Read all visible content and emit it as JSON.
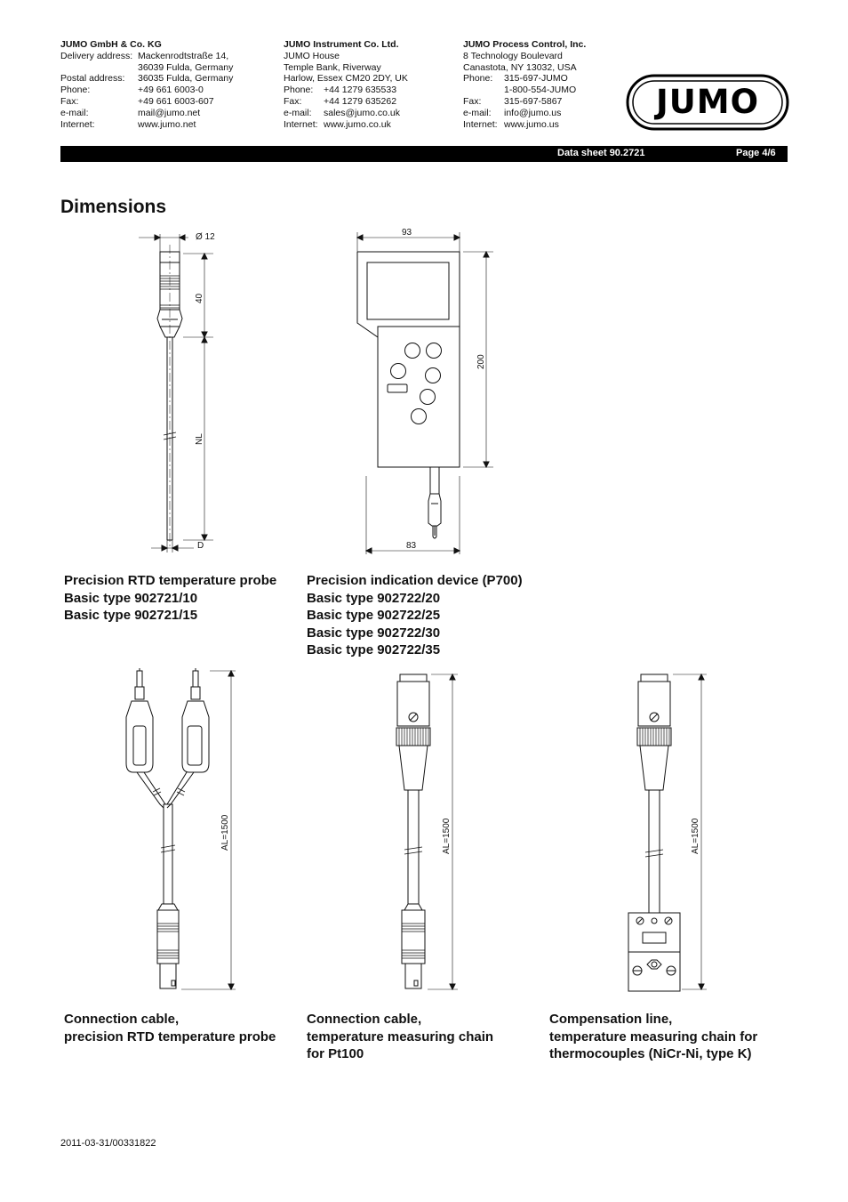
{
  "header": {
    "jumo_de": {
      "company": "JUMO GmbH & Co. KG",
      "rows": [
        {
          "label": "Delivery address:",
          "value": "Mackenrodtstraße 14,"
        },
        {
          "label": "",
          "value": "36039 Fulda, Germany"
        },
        {
          "label": "Postal address:",
          "value": "36035 Fulda, Germany"
        },
        {
          "label": "Phone:",
          "value": "+49 661 6003-0"
        },
        {
          "label": "Fax:",
          "value": "+49 661 6003-607"
        },
        {
          "label": "e-mail:",
          "value": "mail@jumo.net"
        },
        {
          "label": "Internet:",
          "value": "www.jumo.net"
        }
      ]
    },
    "jumo_uk": {
      "company": "JUMO Instrument Co. Ltd.",
      "lines": [
        "JUMO House",
        "Temple Bank, Riverway",
        "Harlow, Essex CM20 2DY, UK"
      ],
      "rows": [
        {
          "label": "Phone:",
          "value": "+44 1279 635533"
        },
        {
          "label": "Fax:",
          "value": "+44 1279 635262"
        },
        {
          "label": "e-mail:",
          "value": "sales@jumo.co.uk"
        },
        {
          "label": "Internet:",
          "value": "www.jumo.co.uk"
        }
      ]
    },
    "jumo_us": {
      "company": "JUMO Process Control, Inc.",
      "lines": [
        "8 Technology Boulevard",
        "Canastota, NY 13032, USA"
      ],
      "rows": [
        {
          "label": "Phone:",
          "value": "315-697-JUMO"
        },
        {
          "label": "",
          "value": "1-800-554-JUMO"
        },
        {
          "label": "Fax:",
          "value": "315-697-5867"
        },
        {
          "label": "e-mail:",
          "value": "info@jumo.us"
        },
        {
          "label": "Internet:",
          "value": "www.jumo.us"
        }
      ]
    },
    "logo_text": "JUMO"
  },
  "bar": {
    "datasheet": "Data sheet  90.2721",
    "page": "Page 4/6"
  },
  "section_title": "Dimensions",
  "drawings": {
    "probe": {
      "dia": "Ø 12",
      "len": "40",
      "nl": "NL",
      "d": "D"
    },
    "device": {
      "width_top": "93",
      "height": "200",
      "width_bottom": "83"
    },
    "cable_al": "AL=1500"
  },
  "captions": {
    "probe": [
      "Precision RTD temperature probe",
      "Basic type 902721/10",
      "Basic type 902721/15"
    ],
    "device": [
      "Precision indication device (P700)",
      "Basic type 902722/20",
      "Basic type 902722/25",
      "Basic type 902722/30",
      "Basic type 902722/35"
    ],
    "cable_rtd": [
      "Connection cable,",
      "precision RTD temperature probe"
    ],
    "cable_pt100": [
      "Connection cable,",
      "temperature measuring chain",
      "for Pt100"
    ],
    "comp_line": [
      "Compensation line,",
      "temperature measuring chain for",
      "thermocouples (NiCr-Ni, type K)"
    ]
  },
  "footer": "2011-03-31/00331822"
}
